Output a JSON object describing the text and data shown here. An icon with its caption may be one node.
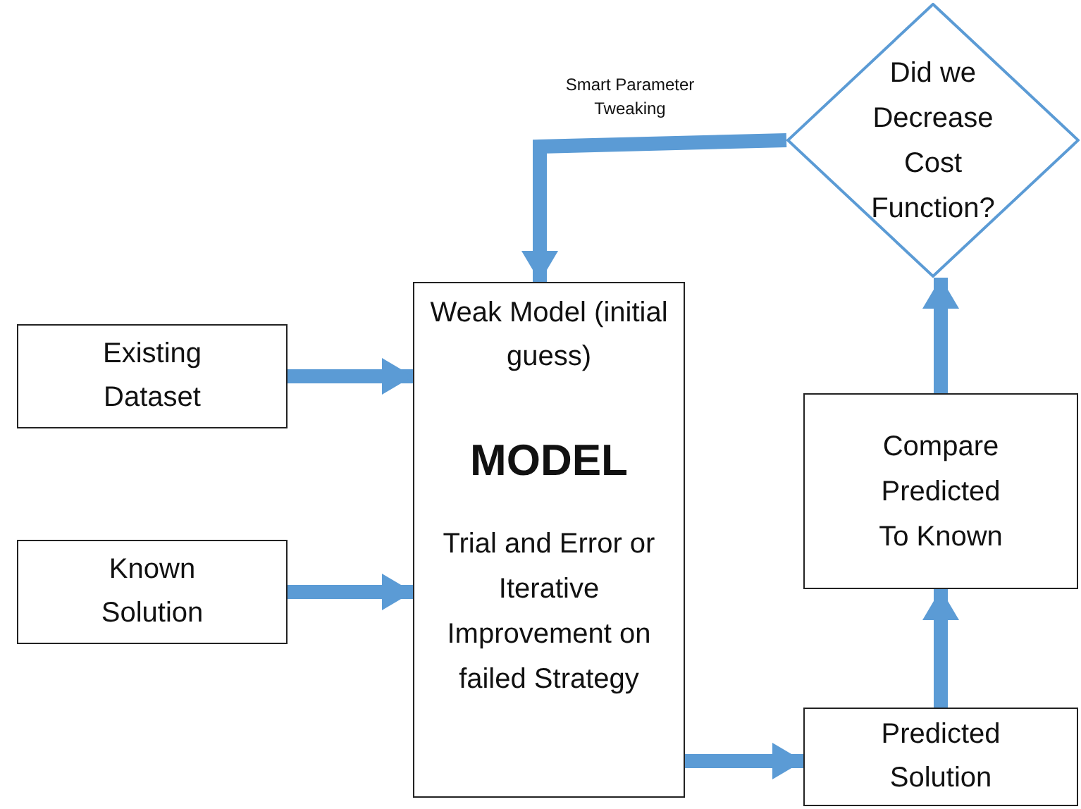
{
  "diagram": {
    "nodes": [
      {
        "text": [
          "Existing Dataset"
        ]
      },
      {
        "text": [
          "Known Solution"
        ]
      },
      {
        "text": [
          "Weak Model (initial guess)",
          "MODEL",
          "Trial and Error or Iterative Improvement on failed Strategy"
        ]
      },
      {
        "text": [
          "Predicted Solution"
        ]
      },
      {
        "text": [
          "Compare Predicted To Known"
        ]
      },
      {
        "text": [
          "Did we Decrease Cost Function?"
        ]
      }
    ],
    "edges": [
      {
        "from": 0,
        "to": 2,
        "arrow": "to"
      },
      {
        "from": 1,
        "to": 2,
        "arrow": "to"
      },
      {
        "from": 2,
        "to": 3,
        "arrow": "to"
      },
      {
        "from": 3,
        "to": 4,
        "arrow": "to"
      },
      {
        "from": 4,
        "to": 5,
        "arrow": "to"
      },
      {
        "from": 5,
        "to": 2,
        "arrow": "to",
        "label": "Smart Parameter Tweaking"
      }
    ]
  }
}
